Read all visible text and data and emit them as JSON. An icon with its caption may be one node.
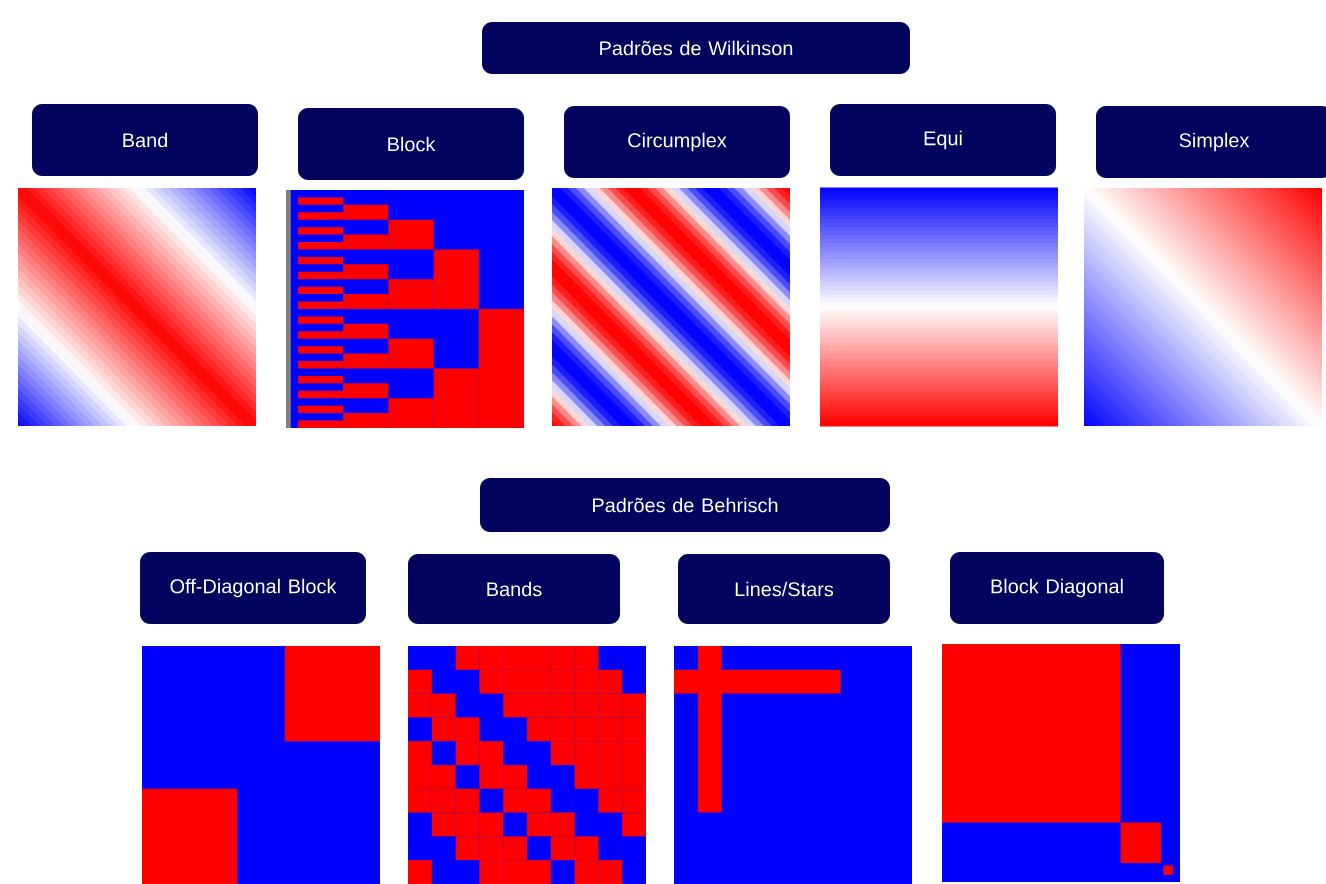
{
  "diagram": {
    "nodes": [
      {
        "text": [
          "Padrões de Wilkinson"
        ]
      },
      {
        "text": [
          "Band"
        ]
      },
      {
        "text": [
          "Block"
        ]
      },
      {
        "text": [
          "Circumplex"
        ]
      },
      {
        "text": [
          "Equi"
        ]
      },
      {
        "text": [
          "Simplex"
        ]
      },
      {
        "text": [
          "Padrões de Behrisch"
        ]
      },
      {
        "text": [
          "Off-Diagonal Block"
        ]
      },
      {
        "text": [
          "Bands"
        ]
      },
      {
        "text": [
          "Lines/Stars"
        ]
      },
      {
        "text": [
          "Block Diagonal"
        ]
      }
    ]
  }
}
